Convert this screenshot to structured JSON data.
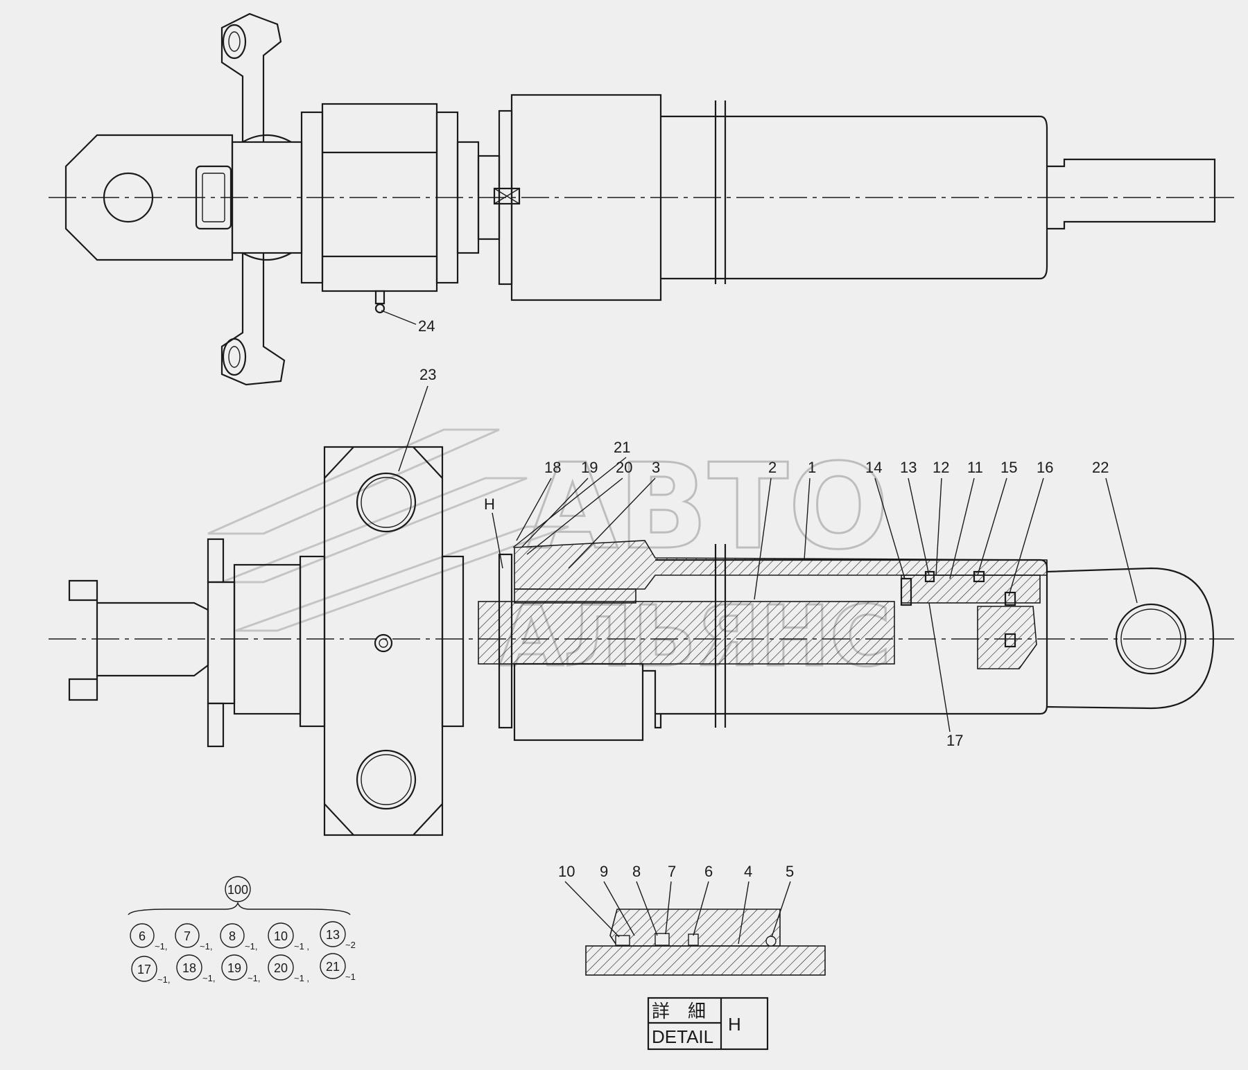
{
  "watermark": {
    "line1": "АВТО",
    "line2": "АЛЬЯНС"
  },
  "top_view": {
    "callouts": [
      {
        "id": "24",
        "label": "24"
      }
    ]
  },
  "section_view": {
    "callouts": [
      {
        "label": "23"
      },
      {
        "label": "21"
      },
      {
        "label": "18"
      },
      {
        "label": "19"
      },
      {
        "label": "20"
      },
      {
        "label": "3"
      },
      {
        "label": "H"
      },
      {
        "label": "2"
      },
      {
        "label": "1"
      },
      {
        "label": "14"
      },
      {
        "label": "13"
      },
      {
        "label": "12"
      },
      {
        "label": "11"
      },
      {
        "label": "15"
      },
      {
        "label": "16"
      },
      {
        "label": "22"
      },
      {
        "label": "17"
      }
    ]
  },
  "kit": {
    "header": "100",
    "row1": [
      {
        "num": "6",
        "qty": "~1,"
      },
      {
        "num": "7",
        "qty": "~1,"
      },
      {
        "num": "8",
        "qty": "~1,"
      },
      {
        "num": "10",
        "qty": "~1 ,"
      },
      {
        "num": "13",
        "qty": "~2"
      }
    ],
    "row2": [
      {
        "num": "17",
        "qty": "~1,"
      },
      {
        "num": "18",
        "qty": "~1,"
      },
      {
        "num": "19",
        "qty": "~1,"
      },
      {
        "num": "20",
        "qty": "~1 ,"
      },
      {
        "num": "21",
        "qty": "~1"
      }
    ]
  },
  "detail_view": {
    "callouts": [
      {
        "label": "10"
      },
      {
        "label": "9"
      },
      {
        "label": "8"
      },
      {
        "label": "7"
      },
      {
        "label": "6"
      },
      {
        "label": "4"
      },
      {
        "label": "5"
      }
    ],
    "box_jp": "詳　細",
    "box_en": "DETAIL",
    "box_letter": "H"
  }
}
